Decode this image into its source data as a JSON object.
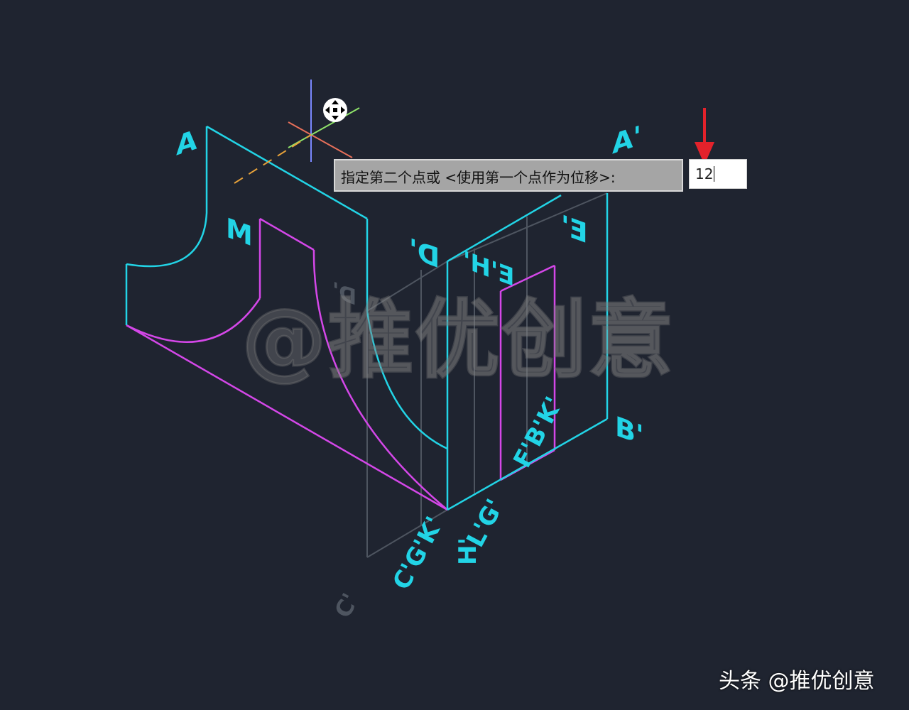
{
  "drawing": {
    "labels": {
      "A": "A",
      "A_prime": "A'",
      "M": "M",
      "D_prime": "D'",
      "D_prime_ghost": "D'",
      "E_prime": "E'",
      "EH_prime": "E'H'",
      "B_prime": "B'",
      "FBK": "F'B'K'",
      "LG": "L'G'",
      "H": "H'",
      "CG": "C'G'K'",
      "C_prime": "C'"
    },
    "colors": {
      "background": "#1f2430",
      "cyan": "#22d4e6",
      "magenta": "#d447e8",
      "grey": "#4e5560",
      "arrow": "#e3222b"
    }
  },
  "command_prompt": {
    "text": "指定第二个点或 <使用第一个点作为位移>:",
    "input_value": "12"
  },
  "cursor": {
    "icon": "move-cursor-icon"
  },
  "watermark": "@推优创意",
  "credit": "头条 @推优创意"
}
